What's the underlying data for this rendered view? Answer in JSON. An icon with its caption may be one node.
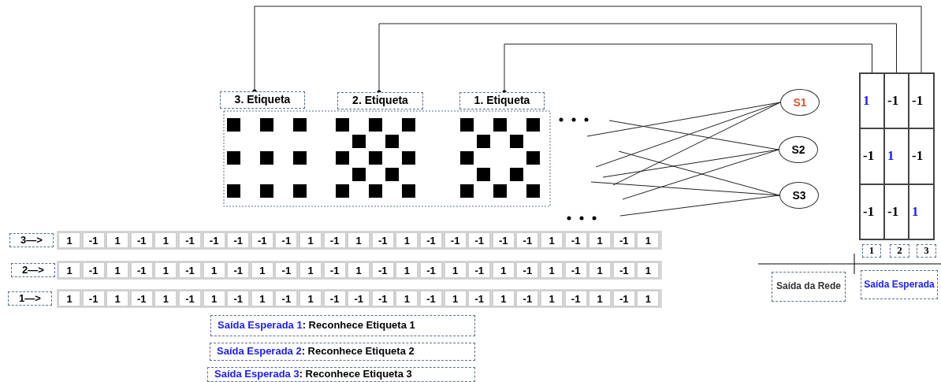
{
  "diagram": {
    "nodes": [
      {
        "text": [
          "3. Etiqueta"
        ]
      },
      {
        "text": [
          "2. Etiqueta"
        ]
      },
      {
        "text": [
          "1. Etiqueta"
        ]
      },
      {
        "text": [
          "S1"
        ]
      },
      {
        "text": [
          "S2"
        ]
      },
      {
        "text": [
          "S3"
        ]
      },
      {
        "text": [
          "1",
          "-1",
          "-1"
        ]
      },
      {
        "text": [
          "-1",
          "1",
          "-1"
        ]
      },
      {
        "text": [
          "-1",
          "-1",
          "1"
        ]
      }
    ],
    "edges": [
      {
        "from": 6,
        "to": 2,
        "arrow": "other"
      },
      {
        "from": 7,
        "to": 1,
        "arrow": "other"
      },
      {
        "from": 8,
        "to": 0,
        "arrow": "other"
      },
      {
        "from": null,
        "to": 3,
        "arrow": "none"
      },
      {
        "from": null,
        "to": 3,
        "arrow": "none"
      },
      {
        "from": null,
        "to": 3,
        "arrow": "none"
      },
      {
        "from": null,
        "to": 4,
        "arrow": "none"
      },
      {
        "from": null,
        "to": 4,
        "arrow": "none"
      },
      {
        "from": null,
        "to": 4,
        "arrow": "none"
      },
      {
        "from": null,
        "to": 5,
        "arrow": "none"
      },
      {
        "from": null,
        "to": 5,
        "arrow": "none"
      },
      {
        "from": null,
        "to": 5,
        "arrow": "none"
      }
    ],
    "labels": [
      "3—>",
      "1",
      "-1",
      "1",
      "-1",
      "1",
      "-1",
      "-1",
      "-1",
      "-1",
      "-1",
      "1",
      "-1",
      "1",
      "-1",
      "1",
      "-1",
      "-1",
      "-1",
      "-1",
      "-1",
      "1",
      "-1",
      "1",
      "-1",
      "1",
      "2—>",
      "1",
      "-1",
      "1",
      "-1",
      "1",
      "-1",
      "1",
      "-1",
      "1",
      "-1",
      "1",
      "-1",
      "1",
      "-1",
      "1",
      "-1",
      "1",
      "-1",
      "1",
      "-1",
      "1",
      "-1",
      "1",
      "-1",
      "1",
      "1—>",
      "1",
      "-1",
      "1",
      "-1",
      "1",
      "-1",
      "1",
      "-1",
      "1",
      "-1",
      "1",
      "-1",
      "-1",
      "-1",
      "1",
      "-1",
      "1",
      "-1",
      "1",
      "-1",
      "1",
      "-1",
      "1",
      "-1",
      "1",
      "1",
      "2",
      "3",
      "Saída da Rede",
      "Saída Esperada",
      "Saída Esperada 1: Reconhece Etiqueta 1",
      "Saída Esperada 2: Reconhece Etiqueta 2",
      "Saída Esperada 3: Reconhece Etiqueta 3"
    ]
  }
}
